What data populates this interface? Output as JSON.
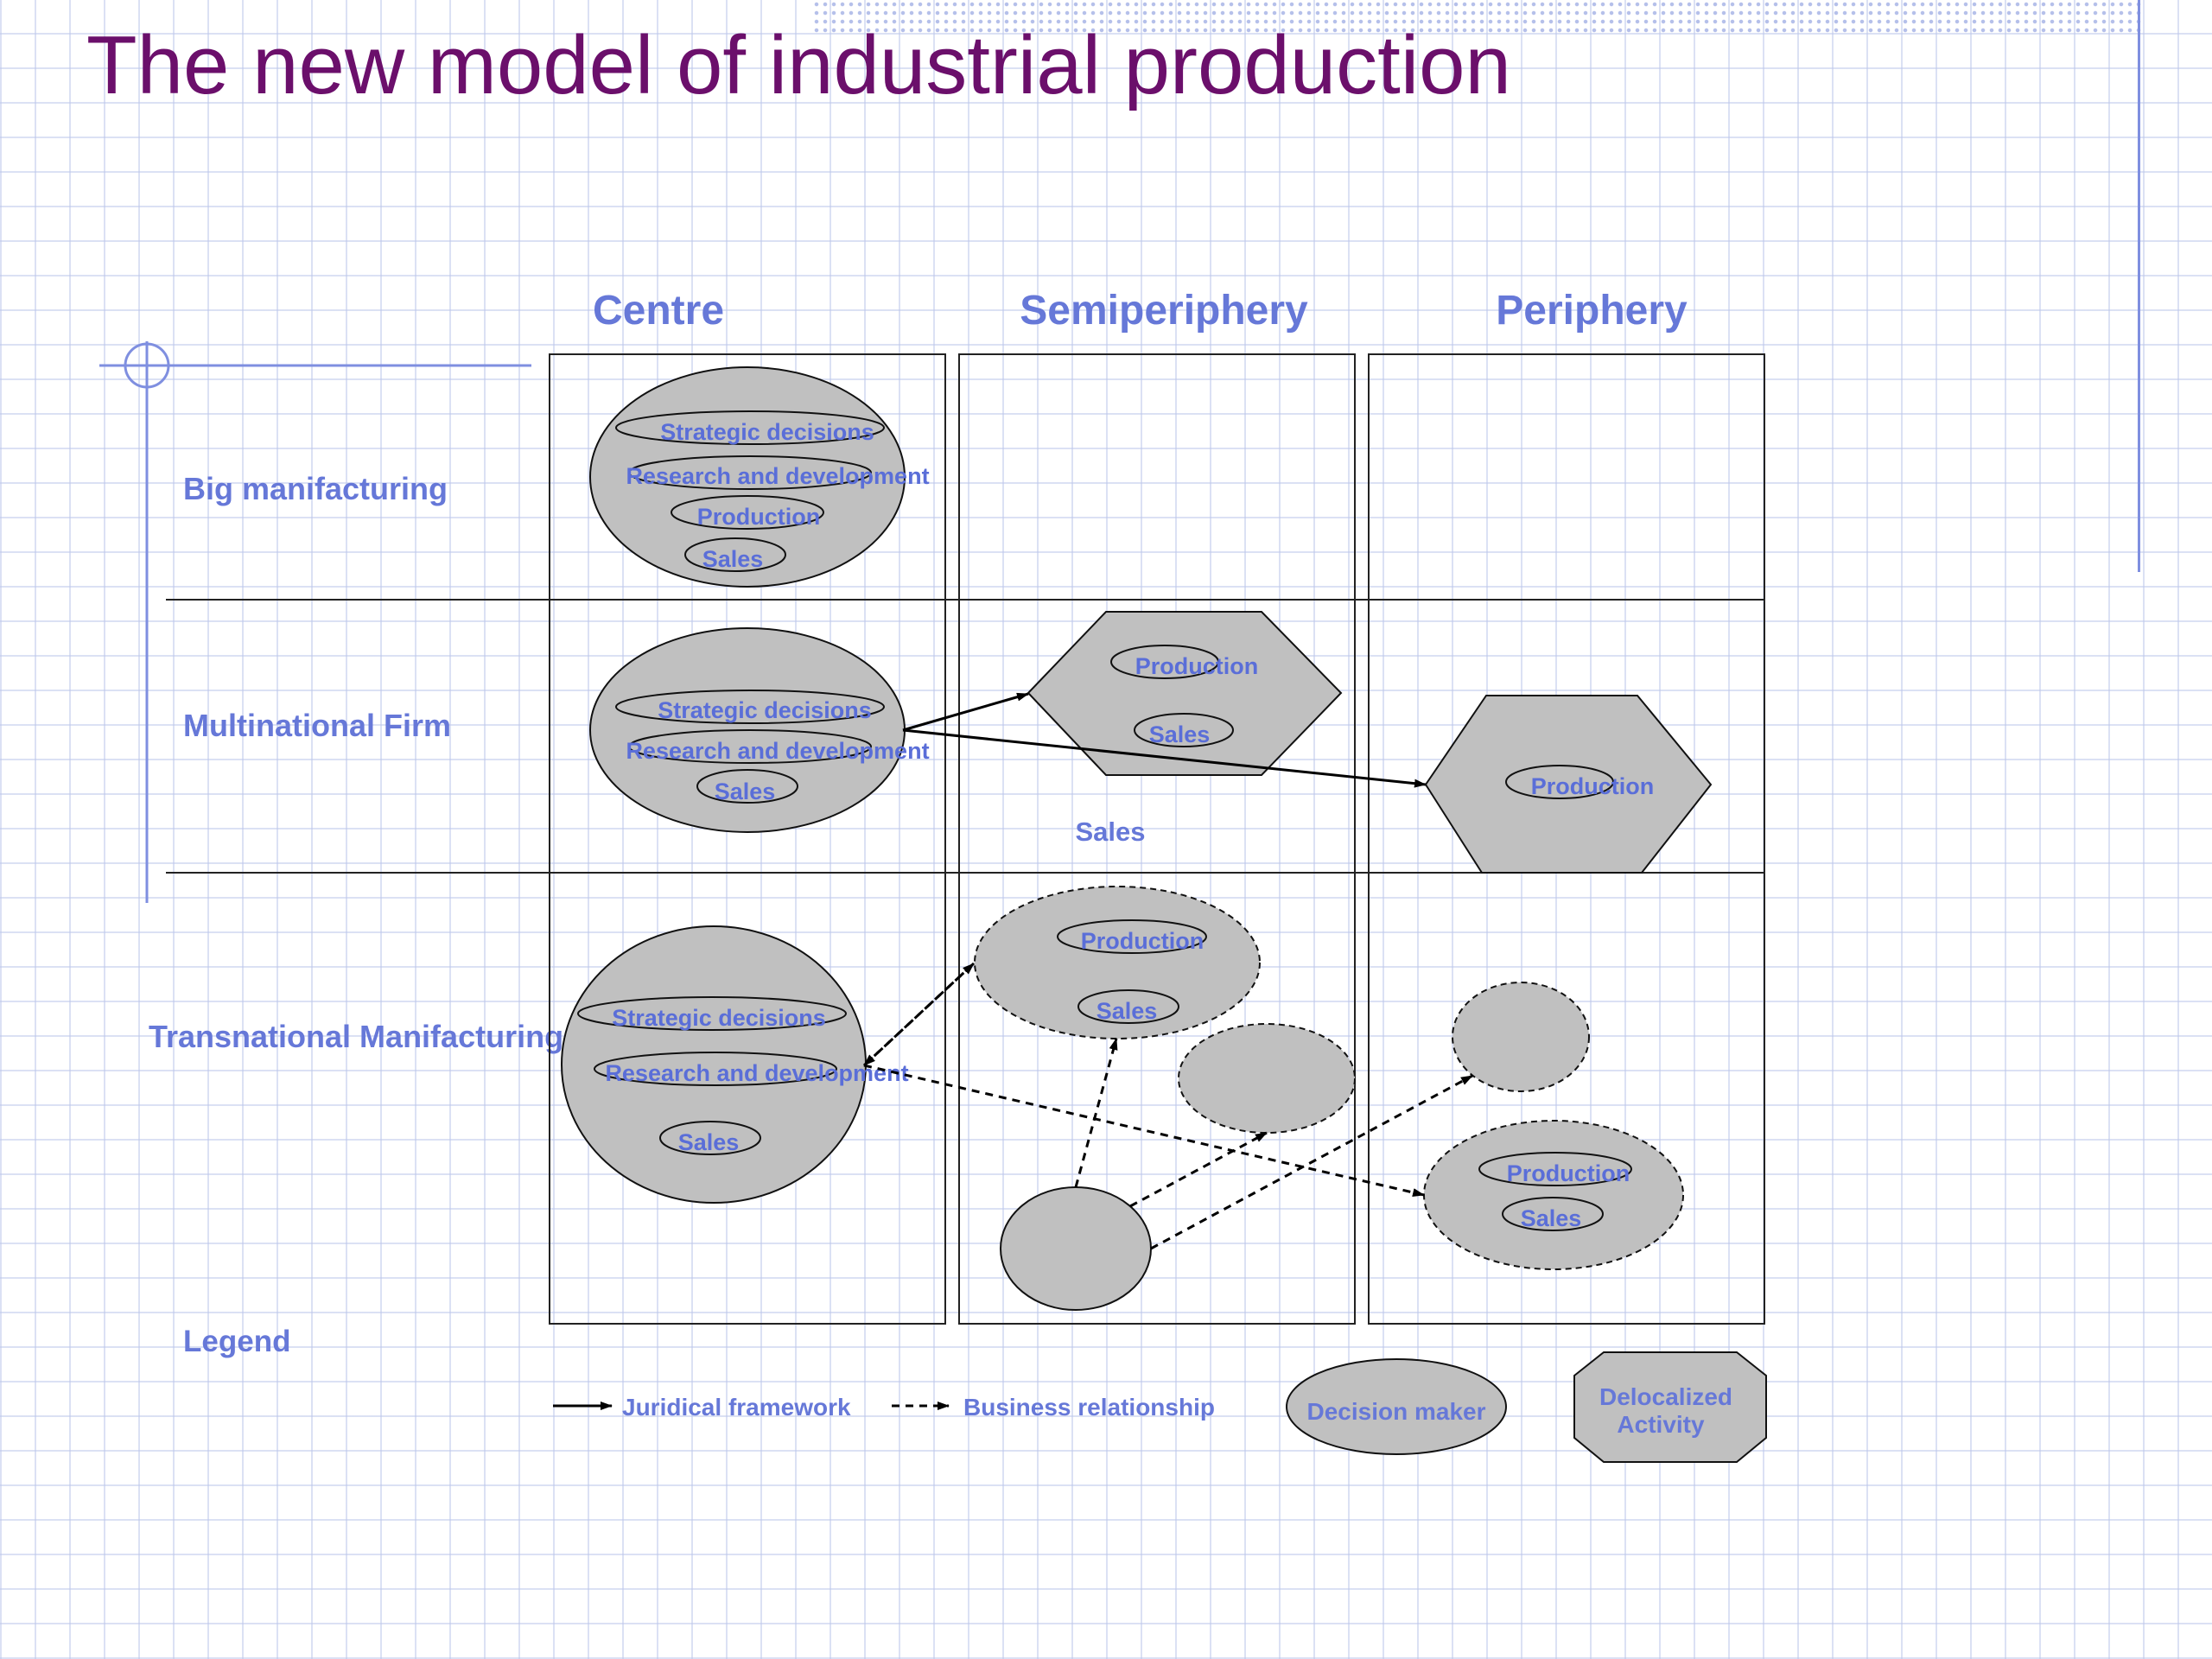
{
  "slide_title": "The new model of industrial production",
  "columns": [
    "Centre",
    "Semiperiphery",
    "Periphery"
  ],
  "rows": [
    "Big manifacturing",
    "Multinational Firm",
    "Transnational Manifacturing"
  ],
  "big_centre_items": [
    "Strategic decisions",
    "Research and development",
    "Production",
    "Sales"
  ],
  "mnf_centre_items": [
    "Strategic decisions",
    "Research and development",
    "Sales"
  ],
  "mnf_semi_items": [
    "Production",
    "Sales"
  ],
  "mnf_semi_sales_label": "Sales",
  "mnf_peri_item": "Production",
  "tnm_centre_items": [
    "Strategic decisions",
    "Research and development",
    "Sales"
  ],
  "tnm_semi_items": [
    "Production",
    "Sales"
  ],
  "tnm_peri_items": [
    "Production",
    "Sales"
  ],
  "legend": {
    "title": "Legend",
    "juridical": "Juridical framework",
    "business": "Business relationship",
    "decision_maker": "Decision maker",
    "delocalized_line1": "Delocalized",
    "delocalized_line2": "Activity"
  },
  "colors": {
    "title": "#6b0f6b",
    "label": "#6678d8",
    "shape_fill": "#c0c0c0",
    "accent_line": "#7f8fe0"
  }
}
